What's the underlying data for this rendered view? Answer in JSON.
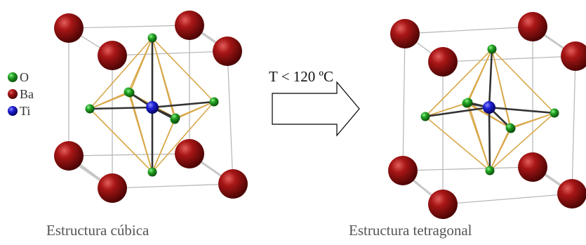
{
  "legend": {
    "items": [
      {
        "symbol": "O",
        "color": "#1e9a1e"
      },
      {
        "symbol": "Ba",
        "color": "#8a0c0c"
      },
      {
        "symbol": "Ti",
        "color": "#1a1acc"
      }
    ]
  },
  "transition": {
    "label": "T < 120 ºC"
  },
  "captions": {
    "cubic": "Estructura cúbica",
    "tetragonal": "Estructura tetragonal"
  },
  "colors": {
    "oxygen": "#1e9a1e",
    "barium": "#8a0c0c",
    "titanium": "#1a1acc",
    "octahedron_edges": "#d8a84a",
    "ti_o_bonds": "#333333",
    "cell_edges": "#b5b5b5"
  }
}
